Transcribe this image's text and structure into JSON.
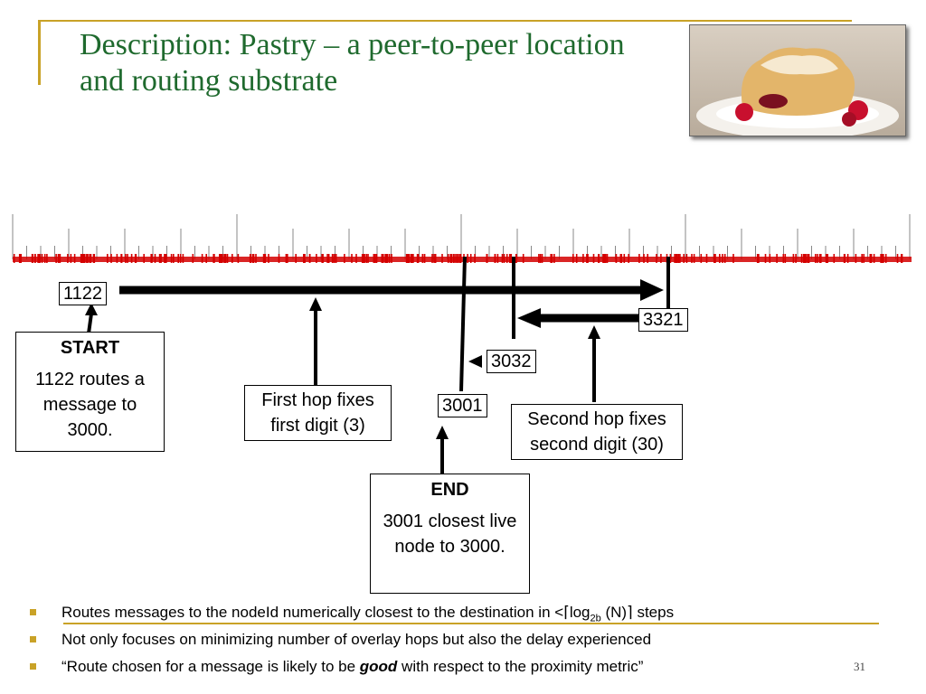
{
  "slide": {
    "title": "Description: Pastry – a peer-to-peer location and routing substrate",
    "page_number": "31"
  },
  "diagram": {
    "nodes": {
      "start_node": "1122",
      "hop1_node": "3321",
      "hop2_node": "3032",
      "end_node": "3001"
    },
    "start_box": {
      "heading": "START",
      "body": "1122 routes a message to 3000."
    },
    "first_hop_label": "First hop fixes first digit (3)",
    "second_hop_label": "Second hop fixes second digit (30)",
    "end_box": {
      "heading": "END",
      "body": "3001 closest live node to 3000."
    },
    "colors": {
      "ruler_red": "#d40000",
      "ruler_tick": "#888888",
      "accent": "#c9a227",
      "title": "#1f6a2e"
    }
  },
  "bullets": {
    "b1_prefix": "Routes messages to the nodeId numerically closest to the destination in <",
    "b1_log": "log",
    "b1_sub": "2b",
    "b1_n": " (N)",
    "b1_suffix": " steps",
    "b2": "Not only focuses on minimizing number of overlay hops but also the delay experienced",
    "b3_prefix": "“Route chosen for a message is likely to be ",
    "b3_emph": "good",
    "b3_suffix": " with respect to the proximity metric”"
  }
}
